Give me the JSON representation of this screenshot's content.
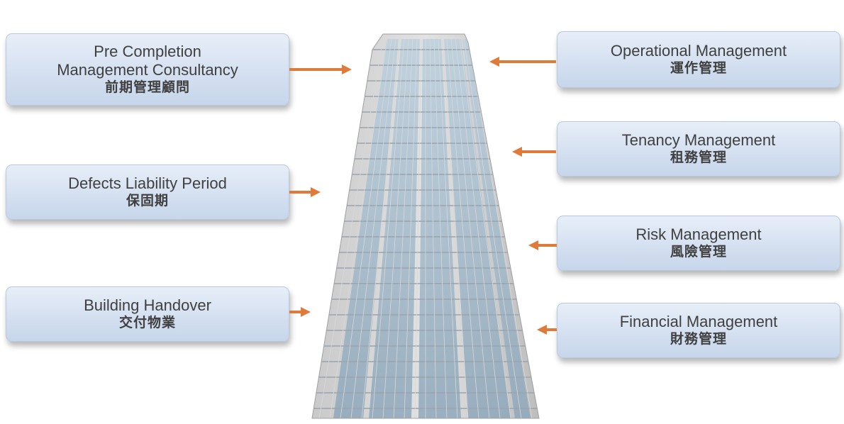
{
  "left_boxes": [
    {
      "en_line1": "Pre Completion",
      "en_line2": "Management Consultancy",
      "zh": "前期管理顧問"
    },
    {
      "en_line1": "Defects Liability Period",
      "zh": "保固期"
    },
    {
      "en_line1": "Building Handover",
      "zh": "交付物業"
    }
  ],
  "right_boxes": [
    {
      "en_line1": "Operational Management",
      "zh": "運作管理"
    },
    {
      "en_line1": "Tenancy Management",
      "zh": "租務管理"
    },
    {
      "en_line1": "Risk Management",
      "zh": "風險管理"
    },
    {
      "en_line1": "Financial Management",
      "zh": "財務管理"
    }
  ],
  "colors": {
    "arrow": "#e07a3a",
    "box_border": "#b9c9dc",
    "text": "#404040"
  }
}
